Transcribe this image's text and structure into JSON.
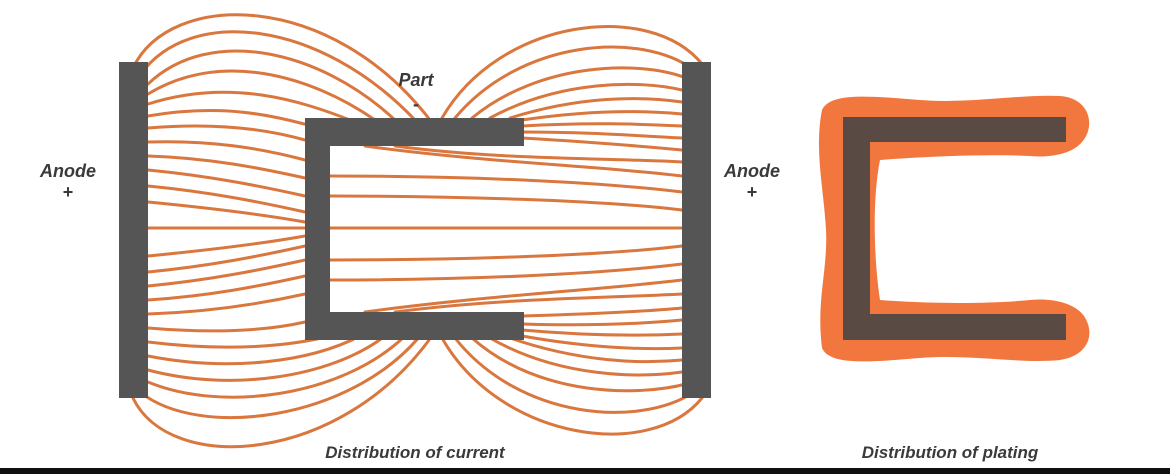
{
  "labels": {
    "anode_left": "Anode",
    "anode_left_sign": "+",
    "anode_right": "Anode",
    "anode_right_sign": "+",
    "part": "Part",
    "part_sign": "-",
    "caption_current": "Distribution of current",
    "caption_plating": "Distribution of plating"
  },
  "colors": {
    "current_lines": "#d9773e",
    "electrode": "#555555",
    "plating": "#f2773f",
    "plated_part": "#5a4a44",
    "text": "#3a3a3a"
  }
}
